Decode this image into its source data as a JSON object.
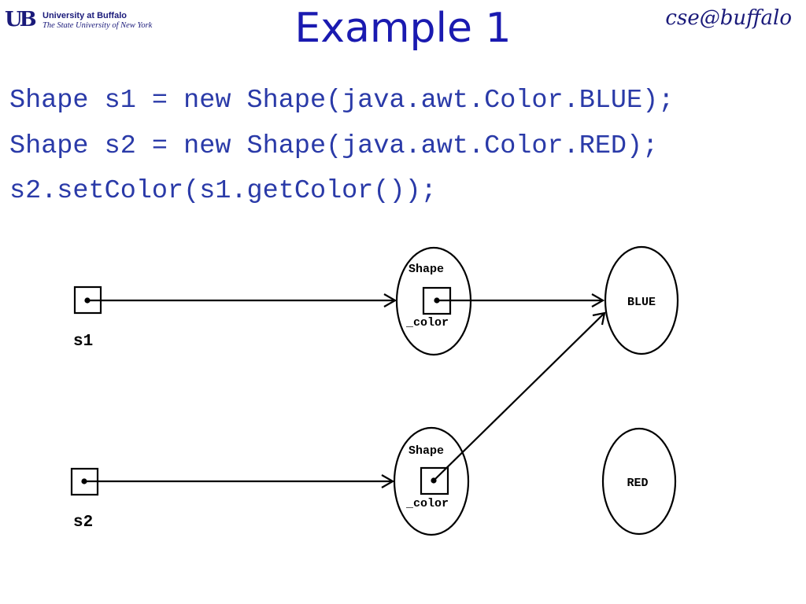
{
  "header": {
    "logo_mark": "UB",
    "logo_name": "University at Buffalo",
    "logo_subtitle": "The State University of New York",
    "title": "Example 1",
    "cse_logo": "cse@buffalo"
  },
  "code": {
    "lines": [
      "Shape s1 = new Shape(java.awt.Color.BLUE);",
      "Shape s2 = new Shape(java.awt.Color.RED);",
      "s2.setColor(s1.getColor());"
    ]
  },
  "diagram": {
    "variables": [
      {
        "label": "s1"
      },
      {
        "label": "s2"
      }
    ],
    "objects": [
      {
        "type_label": "Shape",
        "field_label": "_color"
      },
      {
        "type_label": "Shape",
        "field_label": "_color"
      }
    ],
    "values": [
      {
        "label": "BLUE"
      },
      {
        "label": "RED"
      }
    ]
  }
}
